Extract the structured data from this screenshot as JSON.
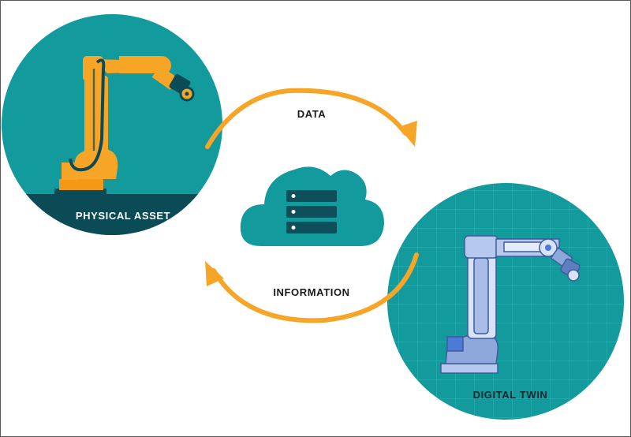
{
  "nodes": {
    "physical": {
      "label": "PHYSICAL ASSET"
    },
    "twin": {
      "label": "DIGITAL TWIN"
    }
  },
  "flows": {
    "data": {
      "label": "DATA"
    },
    "information": {
      "label": "INFORMATION"
    }
  },
  "cloud": {
    "icon": "cloud-server-icon"
  },
  "colors": {
    "teal": "#129a9c",
    "teal_dark": "#0b4b55",
    "orange": "#f7a526",
    "twin_blue": "#8ea8dc",
    "grid": "#6e868c",
    "cloud_server": "#0f4f5c"
  }
}
